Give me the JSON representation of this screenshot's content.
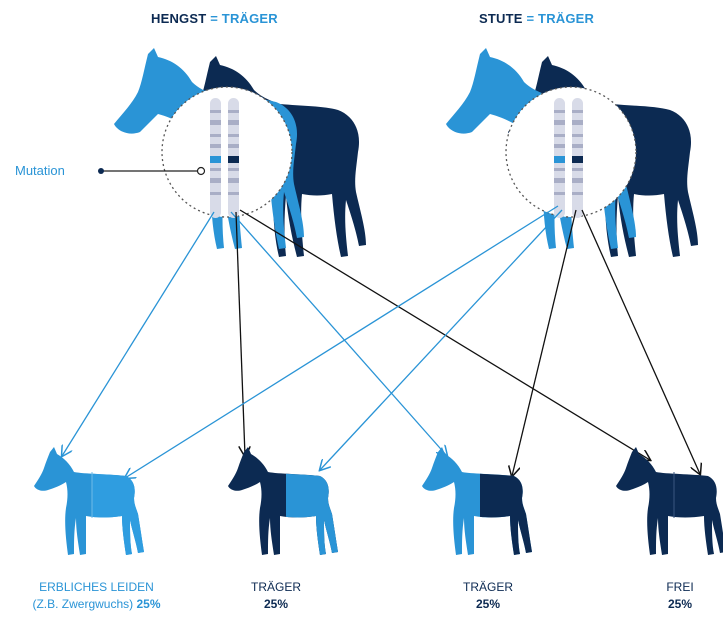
{
  "header_left": {
    "label": "HENGST",
    "sep": "=",
    "status": "TRÄGER"
  },
  "header_right": {
    "label": "STUTE",
    "sep": "=",
    "status": "TRÄGER"
  },
  "mutation_label": "Mutation",
  "offspring": [
    {
      "line1": "ERBLICHES LEIDEN",
      "line2": "(Z.B. Zwergwuchs)",
      "pct": "25%"
    },
    {
      "line1": "TRÄGER",
      "pct": "25%"
    },
    {
      "line1": "TRÄGER",
      "pct": "25%"
    },
    {
      "line1": "FREI",
      "pct": "25%"
    }
  ],
  "colors": {
    "light_blue": "#2a94d6",
    "dark_navy": "#0c2a52",
    "chromosome_gray": "#c9ccdb",
    "arrow_dark": "#111111"
  }
}
